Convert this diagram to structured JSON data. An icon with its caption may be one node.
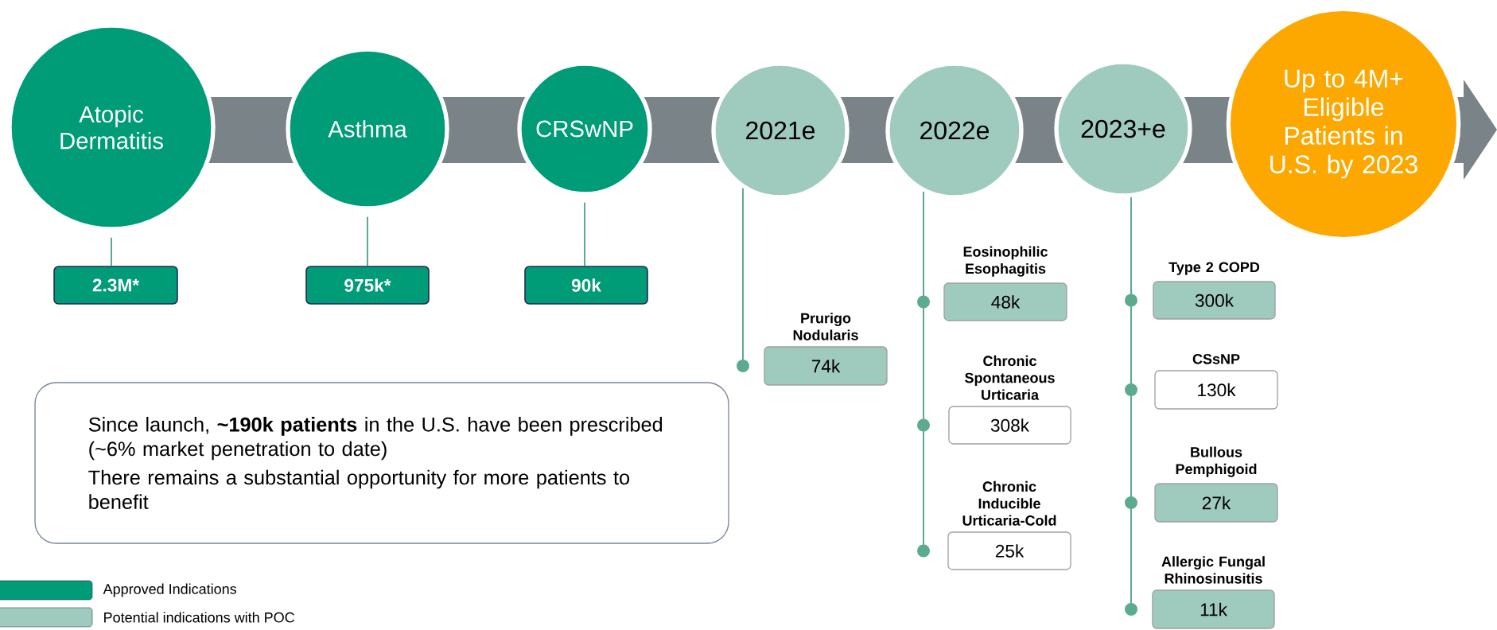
{
  "diagram": {
    "nodes": [
      {
        "text": [
          "Atopic Dermatitis"
        ]
      },
      {
        "text": [
          "Asthma"
        ]
      },
      {
        "text": [
          "CRSwNP"
        ]
      },
      {
        "text": [
          "2021e"
        ]
      },
      {
        "text": [
          "2022e"
        ]
      },
      {
        "text": [
          "2023+e"
        ]
      },
      {
        "text": [
          "Up to 4M+ Eligible Patients in U.S. by 2023"
        ]
      },
      {
        "text": [
          "2.3M*"
        ]
      },
      {
        "text": [
          "975k*"
        ]
      },
      {
        "text": [
          "90k"
        ]
      },
      {
        "text": [
          "Prurigo Nodularis",
          "74k"
        ]
      },
      {
        "text": [
          "Eosinophilic Esophagitis",
          "48k"
        ]
      },
      {
        "text": [
          "Chronic Spontaneous Urticaria",
          "308k"
        ]
      },
      {
        "text": [
          "Chronic Inducible Urticaria-Cold",
          "25k"
        ]
      },
      {
        "text": [
          "Type 2 COPD",
          "300k"
        ]
      },
      {
        "text": [
          "CSsNP",
          "130k"
        ]
      },
      {
        "text": [
          "Bullous Pemphigoid",
          "27k"
        ]
      },
      {
        "text": [
          "Allergic Fungal Rhinosinusitis",
          "11k"
        ]
      },
      {
        "text": [
          "Since launch, **~190k patients** in the U.S. have been prescribed (~6% market penetration to date)",
          "There remains a substantial opportunity for more patients to benefit"
        ]
      }
    ],
    "edges": [
      {
        "from": 0,
        "to": 7,
        "arrow": "none"
      },
      {
        "from": 1,
        "to": 8,
        "arrow": "none"
      },
      {
        "from": 2,
        "to": 9,
        "arrow": "none"
      },
      {
        "from": 3,
        "to": 10,
        "arrow": "other"
      },
      {
        "from": 4,
        "to": 11,
        "arrow": "other"
      },
      {
        "from": 4,
        "to": 12,
        "arrow": "other"
      },
      {
        "from": 4,
        "to": 13,
        "arrow": "other"
      },
      {
        "from": 5,
        "to": 14,
        "arrow": "other"
      },
      {
        "from": 5,
        "to": 15,
        "arrow": "other"
      },
      {
        "from": 5,
        "to": 16,
        "arrow": "other"
      },
      {
        "from": 5,
        "to": 17,
        "arrow": "other"
      }
    ],
    "legend": [
      {
        "text": "Approved Indications",
        "color": "#009b77"
      },
      {
        "text": "Potential indications with POC",
        "color": "#9fcbbf"
      }
    ]
  }
}
